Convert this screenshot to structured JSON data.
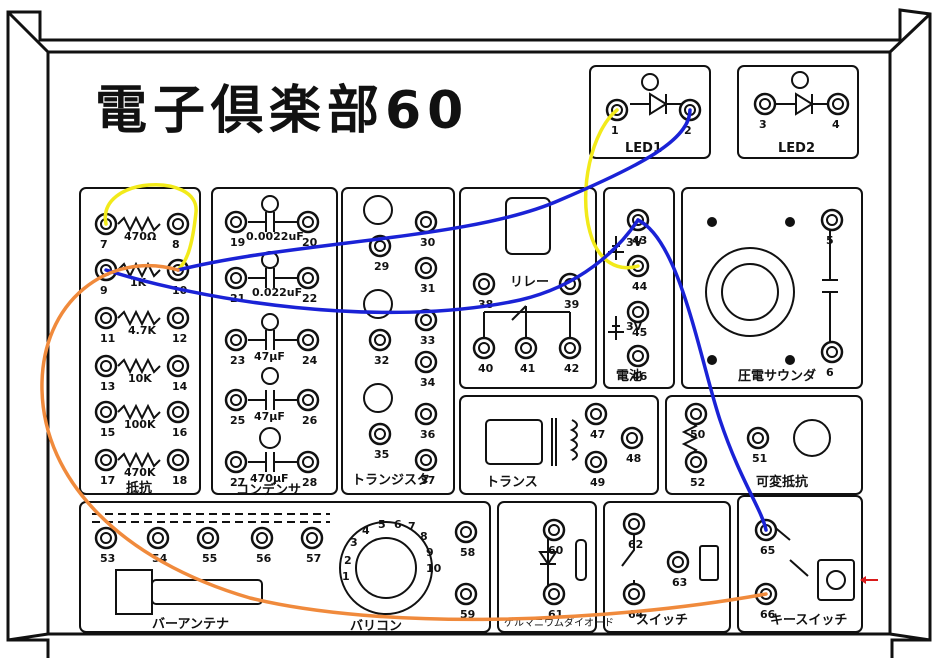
{
  "board": {
    "title": "電子倶楽部60",
    "led_labels": [
      "LED1",
      "LED2"
    ],
    "section_labels": {
      "resistor": "抵抗",
      "capacitor": "コンデンサ",
      "transistor": "トランジスタ",
      "relay": "リレー",
      "battery": "電池",
      "buzzer": "圧電サウンダ",
      "transformer": "トランス",
      "variable_resistor": "可変抵抗",
      "bar_antenna": "バーアンテナ",
      "variable_cap": "バリコン",
      "diode": "ゲルマニウムダイオード",
      "switch": "スイッチ",
      "key_switch": "キースイッチ"
    },
    "component_values": {
      "resistors": [
        "470Ω",
        "1K",
        "4.7K",
        "10K",
        "100K",
        "470K"
      ],
      "capacitors": [
        "0.0022uF",
        "0.022uF",
        "47μF",
        "47μF",
        "470μF"
      ],
      "batteries": [
        "3V",
        "3V"
      ]
    },
    "bk_numbers": [
      "1",
      "2",
      "3",
      "4",
      "5",
      "6",
      "7",
      "8",
      "9",
      "10"
    ],
    "terminals": [
      {
        "n": "1"
      },
      {
        "n": "2"
      },
      {
        "n": "3"
      },
      {
        "n": "4"
      },
      {
        "n": "5"
      },
      {
        "n": "6"
      },
      {
        "n": "7"
      },
      {
        "n": "8"
      },
      {
        "n": "9"
      },
      {
        "n": "10"
      },
      {
        "n": "11"
      },
      {
        "n": "12"
      },
      {
        "n": "13"
      },
      {
        "n": "14"
      },
      {
        "n": "15"
      },
      {
        "n": "16"
      },
      {
        "n": "17"
      },
      {
        "n": "18"
      },
      {
        "n": "19"
      },
      {
        "n": "20"
      },
      {
        "n": "21"
      },
      {
        "n": "22"
      },
      {
        "n": "23"
      },
      {
        "n": "24"
      },
      {
        "n": "25"
      },
      {
        "n": "26"
      },
      {
        "n": "27"
      },
      {
        "n": "28"
      },
      {
        "n": "29"
      },
      {
        "n": "30"
      },
      {
        "n": "31"
      },
      {
        "n": "32"
      },
      {
        "n": "33"
      },
      {
        "n": "34"
      },
      {
        "n": "35"
      },
      {
        "n": "36"
      },
      {
        "n": "37"
      },
      {
        "n": "38"
      },
      {
        "n": "39"
      },
      {
        "n": "40"
      },
      {
        "n": "41"
      },
      {
        "n": "42"
      },
      {
        "n": "43"
      },
      {
        "n": "44"
      },
      {
        "n": "45"
      },
      {
        "n": "46"
      },
      {
        "n": "47"
      },
      {
        "n": "48"
      },
      {
        "n": "49"
      },
      {
        "n": "50"
      },
      {
        "n": "51"
      },
      {
        "n": "52"
      },
      {
        "n": "53"
      },
      {
        "n": "54"
      },
      {
        "n": "55"
      },
      {
        "n": "56"
      },
      {
        "n": "57"
      },
      {
        "n": "58"
      },
      {
        "n": "59"
      },
      {
        "n": "60"
      },
      {
        "n": "61"
      },
      {
        "n": "62"
      },
      {
        "n": "63"
      },
      {
        "n": "64"
      },
      {
        "n": "65"
      },
      {
        "n": "66"
      }
    ],
    "wires": [
      {
        "color": "#f2ea1a"
      },
      {
        "color": "#f2ea1a"
      },
      {
        "color": "#1a22d6"
      },
      {
        "color": "#1a22d6"
      },
      {
        "color": "#1a22d6"
      },
      {
        "color": "#f08a3c"
      }
    ],
    "colors": {
      "yellow": "#f2ea1a",
      "blue": "#1a22d6",
      "orange": "#f08a3c",
      "pointer": "#d81a1a"
    }
  }
}
